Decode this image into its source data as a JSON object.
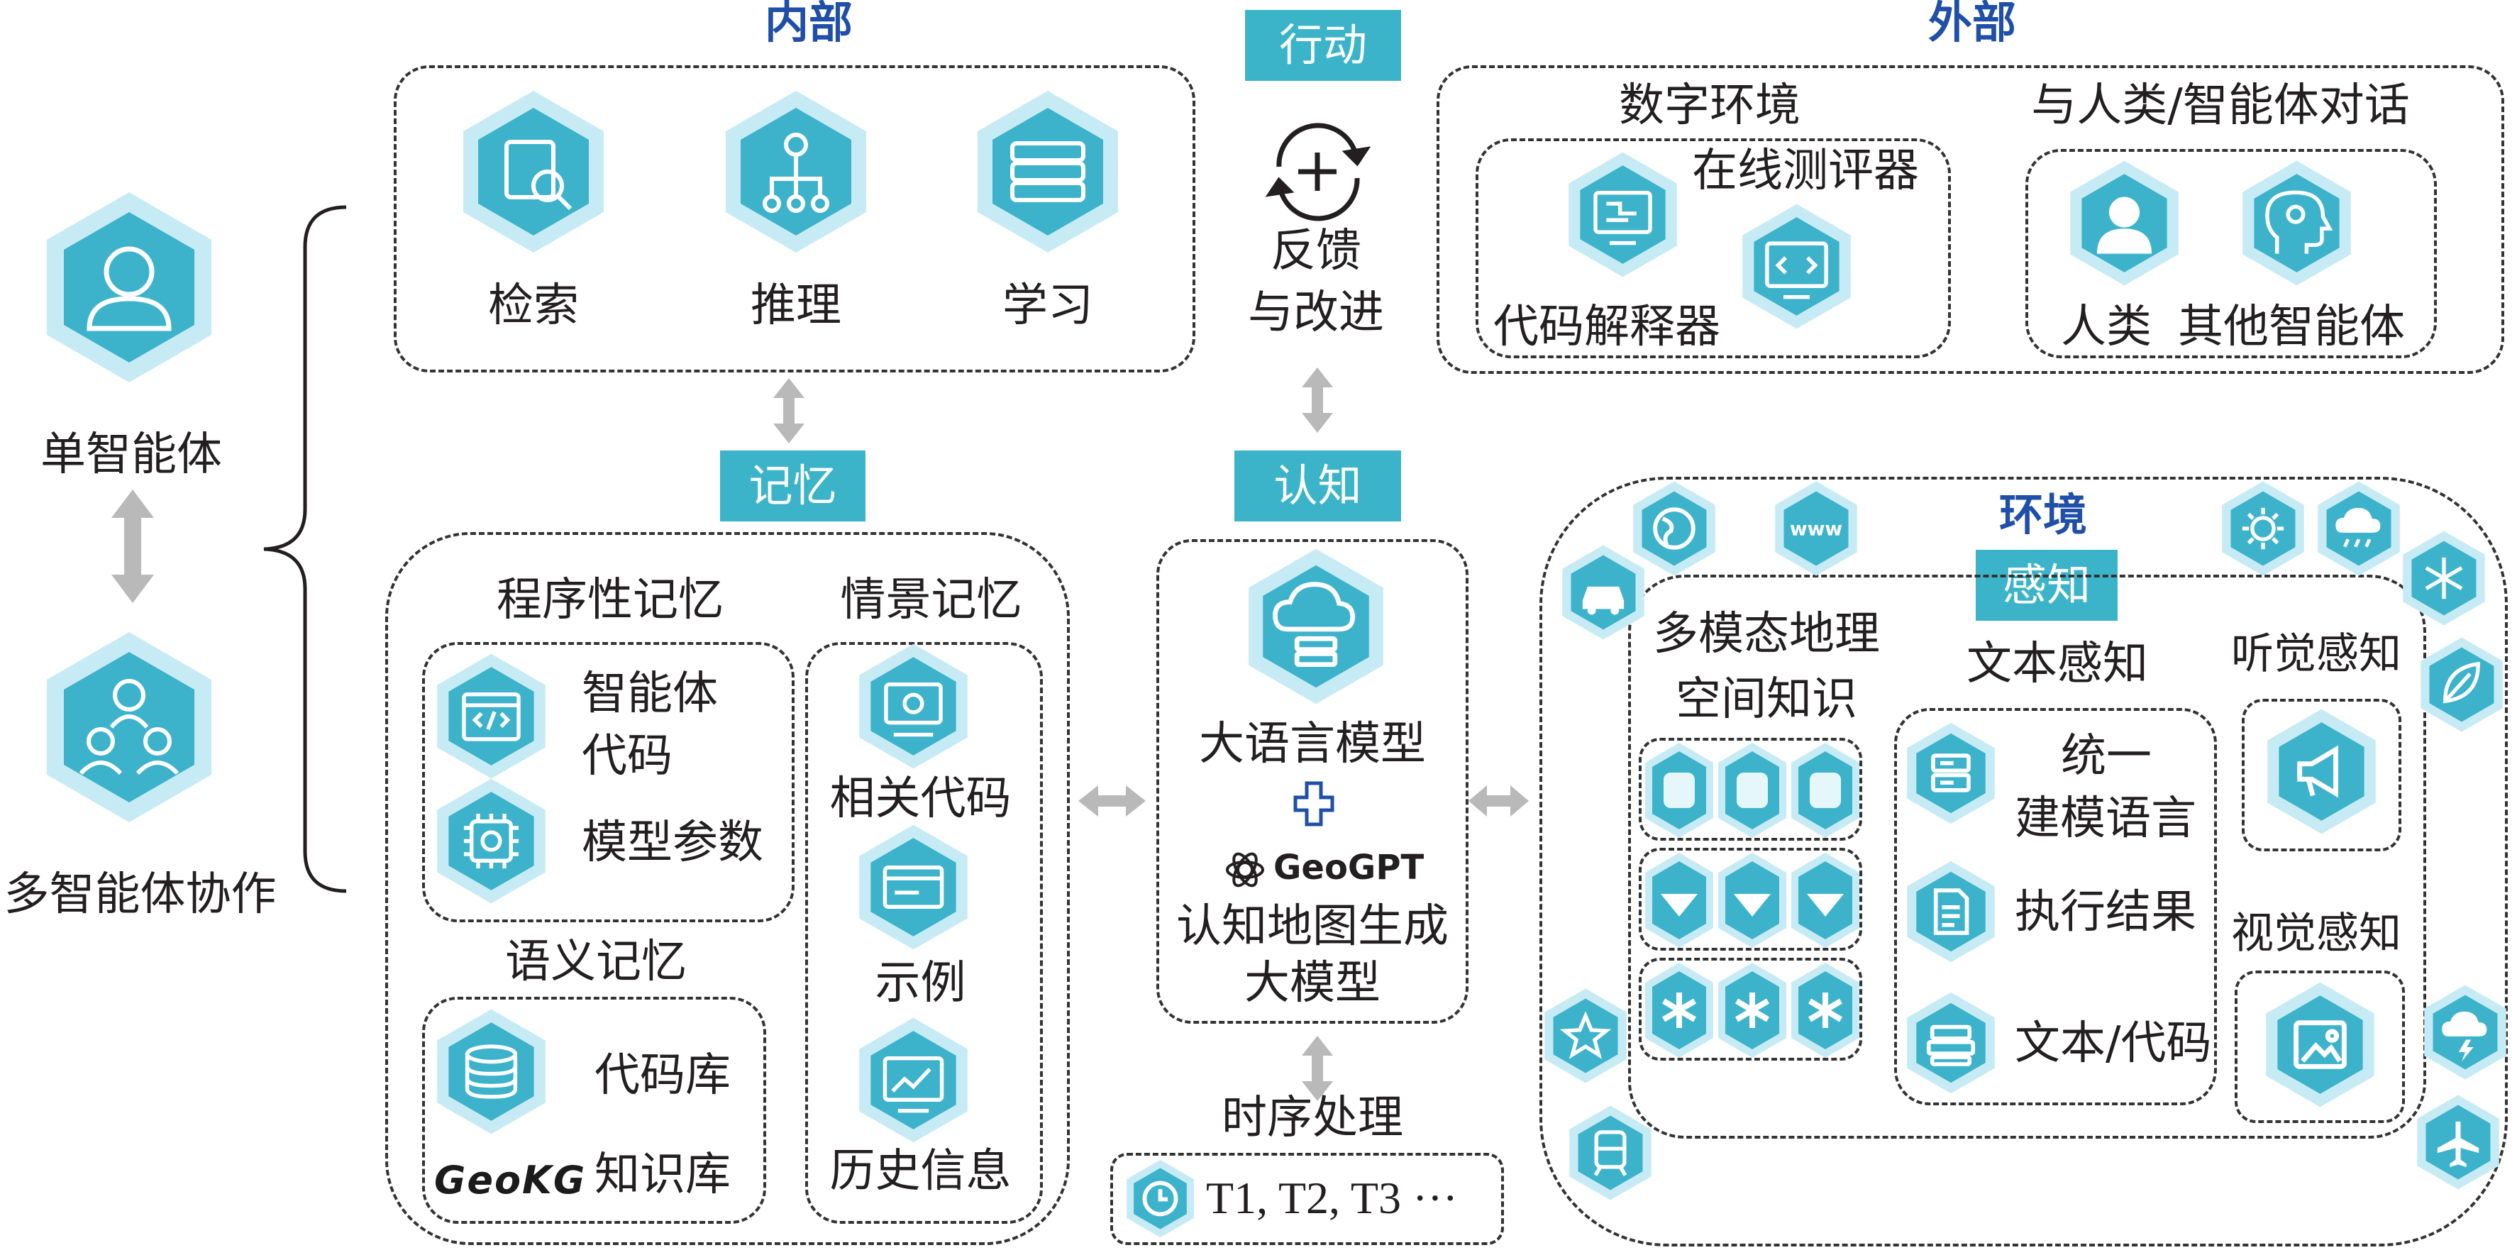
{
  "colors": {
    "hex_outer": "#c7ebf4",
    "hex_mid": "#8fd6e6",
    "hex_inner": "#3db3cb",
    "tag_bg": "#3bb4c9",
    "heading": "#1f4fa8",
    "arrow": "#b9b9b9"
  },
  "left": {
    "single_agent": "单智能体",
    "multi_agent": "多智能体协作"
  },
  "internal": {
    "heading": "内部",
    "items": [
      "检索",
      "推理",
      "学习"
    ]
  },
  "action": {
    "tag": "行动",
    "feedback_line1": "反馈",
    "feedback_line2": "与改进"
  },
  "external": {
    "heading": "外部",
    "digital_env": "数字环境",
    "online_judge": "在线测评器",
    "code_interpreter": "代码解释器",
    "dialogue": "与人类/智能体对话",
    "human": "人类",
    "other_agents": "其他智能体"
  },
  "memory": {
    "tag": "记忆",
    "procedural": "程序性记忆",
    "agent_code_1": "智能体",
    "agent_code_2": "代码",
    "model_params": "模型参数",
    "semantic": "语义记忆",
    "code_base": "代码库",
    "knowledge_base": "知识库",
    "geokg_logo": "GeoKG",
    "episodic": "情景记忆",
    "related_code": "相关代码",
    "example": "示例",
    "history": "历史信息"
  },
  "cognition": {
    "tag": "认知",
    "llm": "大语言模型",
    "geogpt_logo": "GeoGPT",
    "cognitive_map_1": "认知地图生成",
    "cognitive_map_2": "大模型",
    "temporal": "时序处理",
    "timeline": "T1, T2, T3 ···"
  },
  "environment": {
    "heading": "环境",
    "perception_tag": "感知",
    "geo_1": "多模态地理",
    "geo_2": "空间知识",
    "text_perception": "文本感知",
    "uml_1": "统一",
    "uml_2": "建模语言",
    "exec_result": "执行结果",
    "text_code": "文本/代码",
    "audio": "听觉感知",
    "visual": "视觉感知"
  },
  "icons": [
    "person-icon",
    "team-icon",
    "search-document-icon",
    "flowchart-icon",
    "books-icon",
    "refresh-plus-icon",
    "circuit-screen-icon",
    "code-screen-icon",
    "user-icon",
    "gear-head-icon",
    "browser-code-icon",
    "chip-icon",
    "database-icon",
    "cloud-server-icon",
    "plus-icon",
    "gpt-icon",
    "globe-icon",
    "www-icon",
    "car-icon",
    "sun-icon",
    "cloud-rain-icon",
    "snowflake-icon",
    "leaf-icon",
    "star-icon",
    "train-icon",
    "airplane-icon",
    "storm-icon",
    "server-icon",
    "document-icon",
    "stack-icon",
    "megaphone-icon",
    "image-icon",
    "clock-icon"
  ]
}
